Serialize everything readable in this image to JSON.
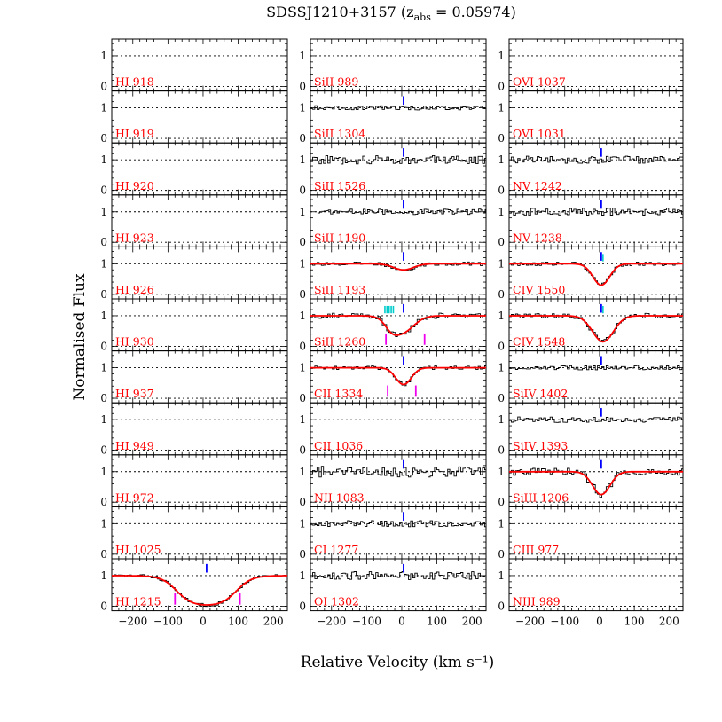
{
  "chart_data": {
    "type": "line",
    "title_main": "SDSSJ1210+3157 (z",
    "title_sub": "abs",
    "title_tail": " = 0.05974)",
    "xlabel": "Relative Velocity (km s⁻¹)",
    "ylabel": "Normalised Flux",
    "xlim": [
      -260,
      240
    ],
    "ylim": [
      -0.15,
      1.55
    ],
    "x_ticks": [
      -200,
      -100,
      0,
      100,
      200
    ],
    "x_tick_labels": [
      "−200",
      "−100",
      "0",
      "100",
      "200"
    ],
    "y_ticks": [
      0,
      1
    ],
    "y_tick_labels": [
      "0",
      "1"
    ],
    "colors": {
      "label": "#ff0000",
      "fit": "#ff0000",
      "component_marker": "#0000ff",
      "secondary_marker": "#00cccc",
      "range_marker": "#ee00ee",
      "data": "#000000"
    },
    "columns": [
      {
        "panels": [
          {
            "label": "HI 918"
          },
          {
            "label": "HI 919"
          },
          {
            "label": "HI 920"
          },
          {
            "label": "HI 923"
          },
          {
            "label": "HI 926"
          },
          {
            "label": "HI 930"
          },
          {
            "label": "HI 937"
          },
          {
            "label": "HI 949"
          },
          {
            "label": "HI 972"
          },
          {
            "label": "HI 1025"
          },
          {
            "label": "HI 1215",
            "has_data": true,
            "data_x_range": [
              -260,
              240
            ],
            "fit": {
              "type": "broad",
              "center": 10,
              "half_width": 85,
              "smooth": 22
            },
            "noise": 0.05,
            "blue_marker": 10,
            "range_markers": [
              -80,
              105
            ]
          }
        ]
      },
      {
        "panels": [
          {
            "label": "SiII 989"
          },
          {
            "label": "SiII 1304",
            "has_data": true,
            "data_x_range": [
              -260,
              240
            ],
            "noise": 0.07,
            "blue_marker": 5
          },
          {
            "label": "SiII 1526",
            "has_data": true,
            "data_x_range": [
              -260,
              240
            ],
            "noise": 0.14,
            "blue_marker": 5
          },
          {
            "label": "SiII 1190",
            "has_data": true,
            "data_x_range": [
              -240,
              240
            ],
            "noise": 0.09,
            "blue_marker": 5
          },
          {
            "label": "SiII 1193",
            "has_data": true,
            "data_x_range": [
              -260,
              240
            ],
            "fit": {
              "type": "gauss",
              "comps": [
                {
                  "c": 5,
                  "d": 0.2,
                  "s": 28
                }
              ]
            },
            "noise": 0.06,
            "blue_marker": 5
          },
          {
            "label": "SiII 1260",
            "has_data": true,
            "data_x_range": [
              -260,
              240
            ],
            "fit": {
              "type": "gauss",
              "comps": [
                {
                  "c": 0,
                  "d": 0.55,
                  "s": 33
                },
                {
                  "c": -30,
                  "d": 0.2,
                  "s": 18
                }
              ]
            },
            "noise": 0.09,
            "blue_marker": 5,
            "secondary_markers": [
              -48,
              -42,
              -36,
              -30,
              -24
            ],
            "range_markers": [
              -45,
              65
            ]
          },
          {
            "label": "CII 1334",
            "has_data": true,
            "data_x_range": [
              -260,
              240
            ],
            "fit": {
              "type": "gauss",
              "comps": [
                {
                  "c": 5,
                  "d": 0.55,
                  "s": 22
                }
              ]
            },
            "noise": 0.06,
            "blue_marker": 5,
            "range_markers": [
              -40,
              40
            ]
          },
          {
            "label": "CII 1036"
          },
          {
            "label": "NII 1083",
            "has_data": true,
            "data_x_range": [
              -260,
              240
            ],
            "noise": 0.18,
            "blue_marker": 5
          },
          {
            "label": "CI 1277",
            "has_data": true,
            "data_x_range": [
              -260,
              240
            ],
            "noise": 0.1,
            "blue_marker": 5
          },
          {
            "label": "OI 1302",
            "has_data": true,
            "data_x_range": [
              -260,
              240
            ],
            "noise": 0.13,
            "blue_marker": 5
          }
        ]
      },
      {
        "panels": [
          {
            "label": "OVI 1037"
          },
          {
            "label": "OVI 1031"
          },
          {
            "label": "NV 1242",
            "has_data": true,
            "data_x_range": [
              -260,
              240
            ],
            "noise": 0.12,
            "blue_marker": 5
          },
          {
            "label": "NV 1238",
            "has_data": true,
            "data_x_range": [
              -260,
              240
            ],
            "noise": 0.12,
            "blue_marker": 5
          },
          {
            "label": "CIV 1550",
            "has_data": true,
            "data_x_range": [
              -260,
              240
            ],
            "fit": {
              "type": "gauss",
              "comps": [
                {
                  "c": 5,
                  "d": 0.7,
                  "s": 24
                }
              ]
            },
            "noise": 0.06,
            "blue_marker": 5,
            "secondary_markers": [
              10
            ]
          },
          {
            "label": "CIV 1548",
            "has_data": true,
            "data_x_range": [
              -260,
              240
            ],
            "fit": {
              "type": "gauss",
              "comps": [
                {
                  "c": 10,
                  "d": 0.85,
                  "s": 30
                }
              ]
            },
            "noise": 0.08,
            "blue_marker": 5,
            "secondary_markers": [
              10
            ]
          },
          {
            "label": "SiIV 1402",
            "has_data": true,
            "data_x_range": [
              -260,
              240
            ],
            "noise": 0.07,
            "blue_marker": 5
          },
          {
            "label": "SiIV 1393",
            "has_data": true,
            "data_x_range": [
              -260,
              240
            ],
            "noise": 0.09,
            "blue_marker": 5
          },
          {
            "label": "SiIII 1206",
            "has_data": true,
            "data_x_range": [
              -260,
              240
            ],
            "fit": {
              "type": "gauss",
              "comps": [
                {
                  "c": 5,
                  "d": 0.75,
                  "s": 25
                }
              ]
            },
            "noise": 0.12,
            "blue_marker": 5
          },
          {
            "label": "CIII 977"
          },
          {
            "label": "NIII 989"
          }
        ]
      }
    ]
  }
}
